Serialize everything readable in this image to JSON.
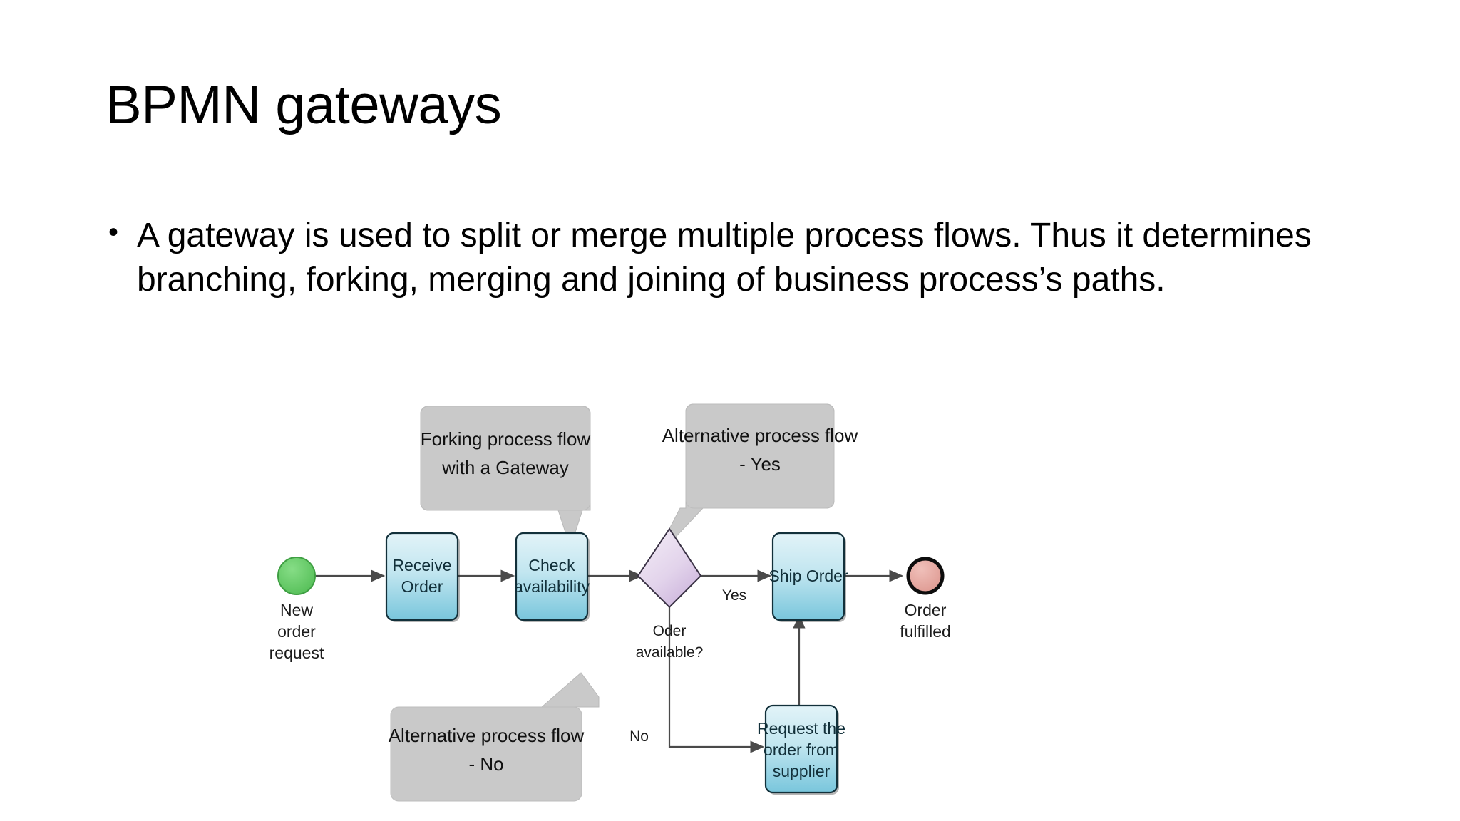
{
  "slide": {
    "title": "BPMN gateways",
    "bullets": [
      {
        "marker": "•",
        "text": "A gateway is used to split or merge multiple process flows. Thus it determines branching, forking, merging and joining of business process’s paths."
      }
    ]
  },
  "diagram": {
    "start_event": {
      "label_line1": "New",
      "label_line2": "order",
      "label_line3": "request",
      "color": "#5ec65e"
    },
    "end_event": {
      "label_line1": "Order",
      "label_line2": "fulfilled",
      "color": "#e2a09a"
    },
    "tasks": [
      {
        "id": "receive-order",
        "line1": "Receive",
        "line2": "Order",
        "line3": ""
      },
      {
        "id": "check-availability",
        "line1": "Check",
        "line2": "availability",
        "line3": ""
      },
      {
        "id": "ship-order",
        "line1": "Ship Order",
        "line2": "",
        "line3": ""
      },
      {
        "id": "request-order-from-supplier",
        "line1": "Request the",
        "line2": "order from",
        "line3": "supplier"
      }
    ],
    "gateway": {
      "label_line1": "Oder",
      "label_line2": "available?",
      "fill_top": "#efe3f2",
      "fill_bottom": "#cbb3d9"
    },
    "flow_labels": {
      "yes": "Yes",
      "no": "No"
    },
    "callouts": [
      {
        "id": "forking-gateway",
        "line1": "Forking process flow",
        "line2": "with a Gateway"
      },
      {
        "id": "alternative-yes",
        "line1": "Alternative process flow",
        "line2": "- Yes"
      },
      {
        "id": "alternative-no",
        "line1": "Alternative process flow",
        "line2": "- No"
      }
    ],
    "colors": {
      "task_fill_top": "#d4edf3",
      "task_fill_bottom": "#79c6dc",
      "task_stroke": "#12303a",
      "callout_fill": "#c9c9c9",
      "callout_stroke": "#b4b4b4",
      "connector": "#4a4a4a"
    }
  }
}
